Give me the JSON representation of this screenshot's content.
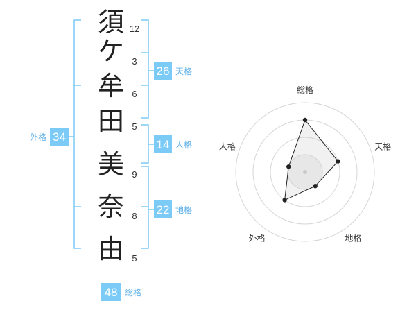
{
  "colors": {
    "accent": "#7ccaf6",
    "accent_text": "#5aaee8",
    "bracket": "#7ccaf6"
  },
  "name_chars": [
    {
      "char": "須",
      "strokes": "12"
    },
    {
      "char": "ケ",
      "strokes": "3"
    },
    {
      "char": "牟",
      "strokes": "6"
    },
    {
      "char": "田",
      "strokes": "5"
    },
    {
      "char": "美",
      "strokes": "9"
    },
    {
      "char": "奈",
      "strokes": "8"
    },
    {
      "char": "由",
      "strokes": "5"
    }
  ],
  "kakusu": {
    "tenkaku": {
      "value": "26",
      "label": "天格"
    },
    "jinkaku": {
      "value": "14",
      "label": "人格"
    },
    "chikaku": {
      "value": "22",
      "label": "地格"
    },
    "gaikaku": {
      "value": "34",
      "label": "外格"
    },
    "soukaku": {
      "value": "48",
      "label": "総格"
    }
  },
  "chart_data": {
    "type": "radar",
    "axes": [
      "総格",
      "天格",
      "地格",
      "外格",
      "人格"
    ],
    "values": [
      3,
      2,
      1,
      2,
      1
    ],
    "scale_max": 4,
    "rings": 4
  }
}
